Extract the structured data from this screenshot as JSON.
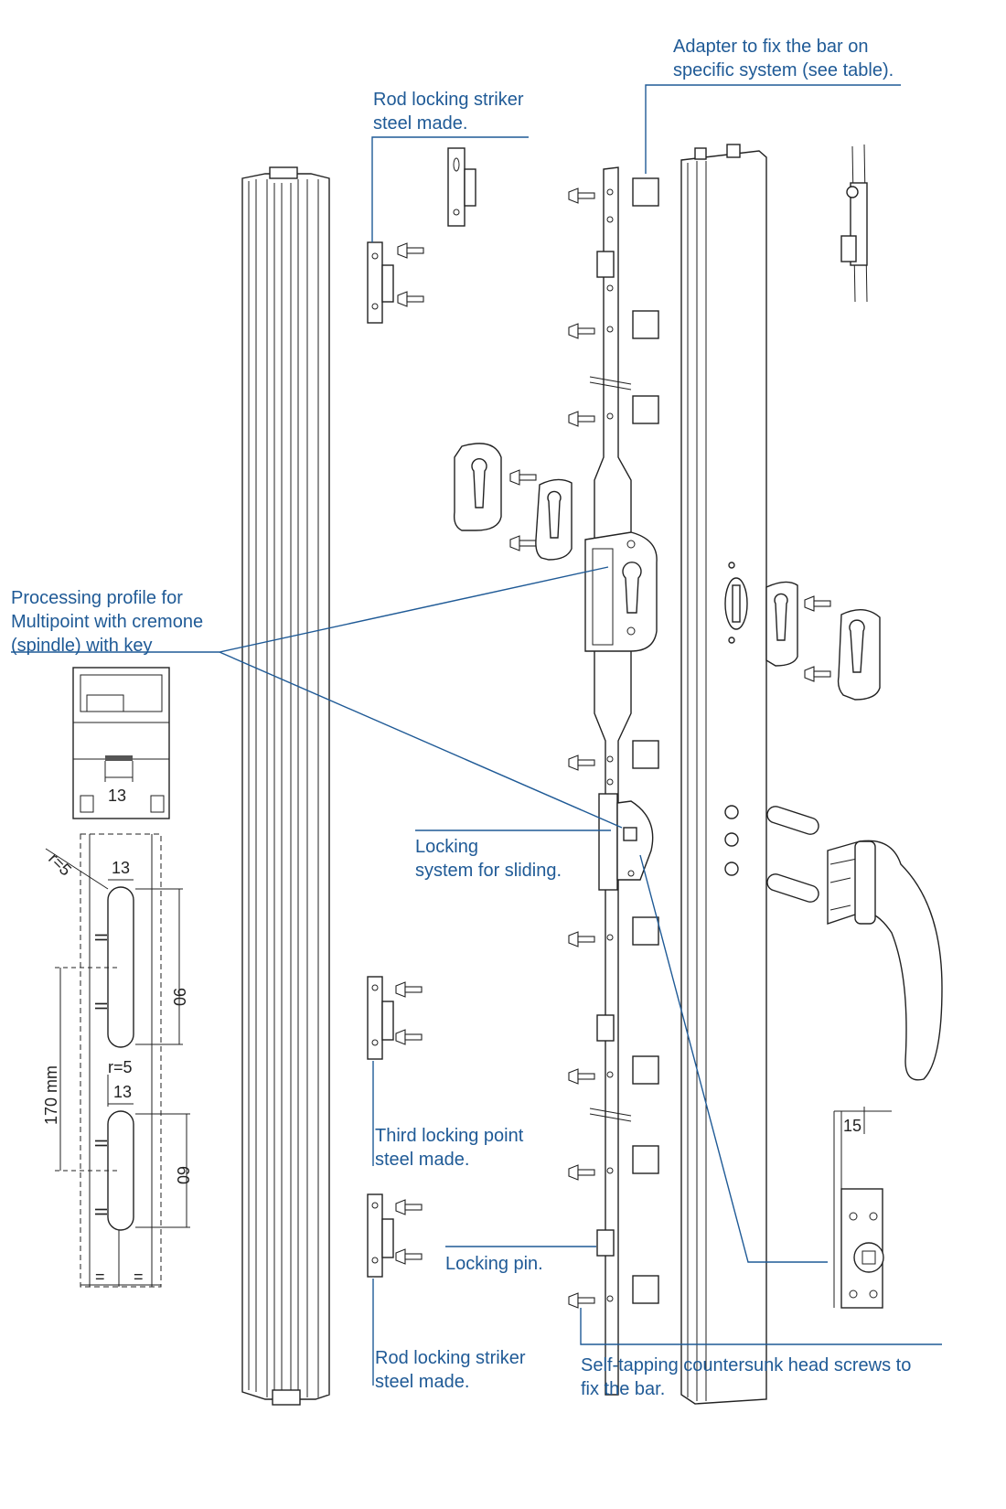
{
  "callouts": {
    "adapter": "Adapter to fix the bar on\nspecific system (see table).",
    "rod_striker_top": "Rod locking striker\nsteel made.",
    "processing_profile": "Processing profile for\nMultipoint with cremone\n(spindle) with key",
    "locking_system": "Locking\nsystem for sliding.",
    "third_locking_point": "Third locking point\nsteel made.",
    "locking_pin": "Locking pin.",
    "rod_striker_bottom": "Rod locking striker\nsteel made.",
    "screws": "Self-tapping countersunk head screws to\nfix the bar."
  },
  "dimensions": {
    "profile_slot_width": "13",
    "top_radius": "r=5",
    "top_slot_width": "13",
    "top_slot_length": "90",
    "slot_spacing": "170 mm",
    "bottom_radius": "r=5",
    "bottom_slot_width": "13",
    "bottom_slot_length": "60",
    "equal_mark": "=",
    "parallel_mark": "II",
    "bar_offset": "15"
  },
  "colors": {
    "callout_text": "#1f5a96",
    "leader_line": "#1f5a96",
    "drawing_line": "#222222"
  }
}
